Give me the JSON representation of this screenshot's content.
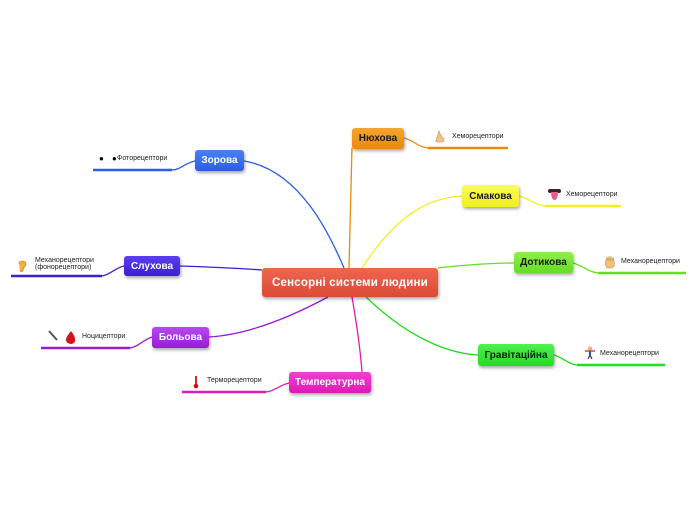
{
  "center": {
    "label": "Сенсорні системи людини"
  },
  "branches": {
    "zorova": {
      "label": "Зорова",
      "color": "#2a5de8",
      "leaf": "Фоторецептори",
      "icon": "eyes-icon"
    },
    "sluhova": {
      "label": "Слухова",
      "color": "#3a1fd0",
      "leaf_line1": "Механорецептори",
      "leaf_line2": "(фонорецептори)",
      "icon": "ear-icon"
    },
    "bolova": {
      "label": "Больова",
      "color": "#9a1ad6",
      "leaf": "Ноцицептори",
      "icon": "knife-blood-icon"
    },
    "temp": {
      "label": "Температурна",
      "color": "#e01ab4",
      "leaf": "Терморецептори",
      "icon": "thermometer-icon"
    },
    "nuhova": {
      "label": "Нюхова",
      "color": "#e98a0a",
      "leaf": "Хеморецептори",
      "icon": "nose-icon"
    },
    "smakova": {
      "label": "Смакова",
      "color": "#f0f020",
      "leaf": "Хеморецептори",
      "icon": "tongue-icon"
    },
    "dotykova": {
      "label": "Дотикова",
      "color": "#66dd22",
      "leaf": "Механорецептори",
      "icon": "hand-icon"
    },
    "grav": {
      "label": "Гравітаційна",
      "color": "#22dd22",
      "leaf": "Механорецептори",
      "icon": "acrobat-icon"
    }
  }
}
